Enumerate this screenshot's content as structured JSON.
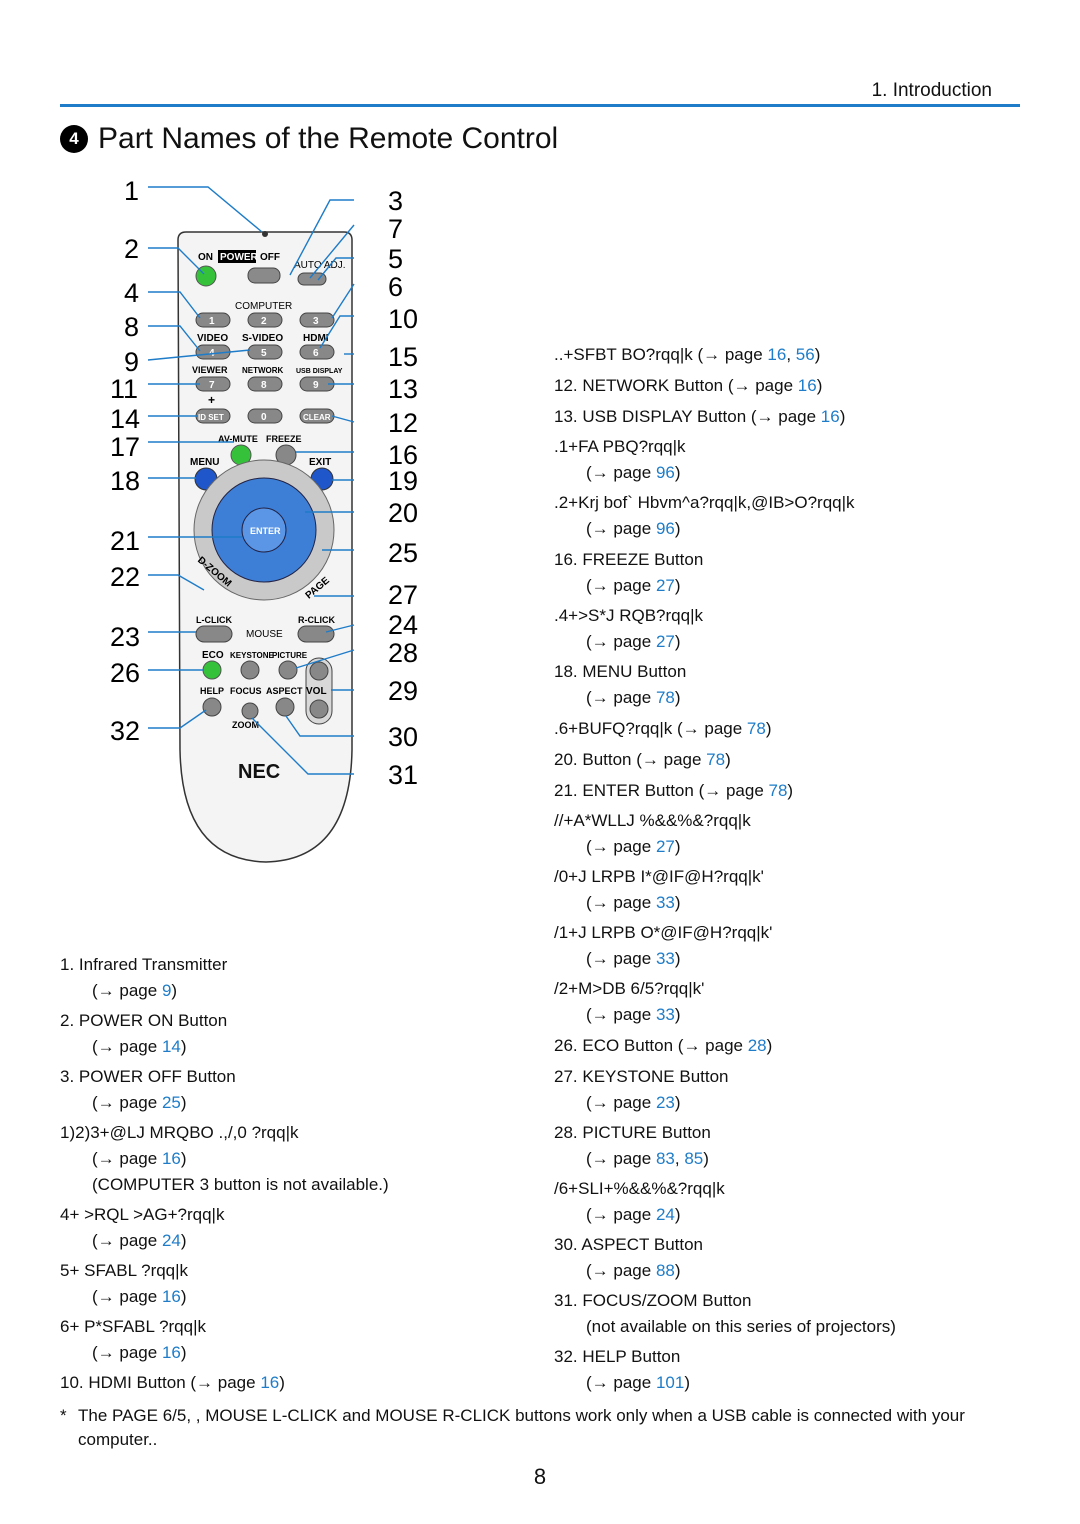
{
  "header": {
    "section": "1. Introduction",
    "title_bullet": "4",
    "title": "Part Names of the Remote Control"
  },
  "remote": {
    "brand": "NEC",
    "labels": {
      "on": "ON",
      "power": "POWER",
      "off": "OFF",
      "auto_adj": "AUTO ADJ.",
      "computer": "COMPUTER",
      "b1": "1",
      "b2": "2",
      "b3": "3",
      "video": "VIDEO",
      "svideo": "S-VIDEO",
      "hdmi": "HDMI",
      "b4": "4",
      "b5": "5",
      "b6": "6",
      "viewer": "VIEWER",
      "network": "NETWORK",
      "usb_display": "USB DISPLAY",
      "b7": "7",
      "b8": "8",
      "b9": "9",
      "plus": "+",
      "id_set": "ID SET",
      "b0": "0",
      "clear": "CLEAR",
      "av_mute": "AV-MUTE",
      "freeze": "FREEZE",
      "menu": "MENU",
      "exit": "EXIT",
      "enter": "ENTER",
      "d_zoom": "D-ZOOM",
      "page": "PAGE",
      "l_click": "L-CLICK",
      "mouse": "MOUSE",
      "r_click": "R-CLICK",
      "eco": "ECO",
      "keystone": "KEYSTONE",
      "picture": "PICTURE",
      "help": "HELP",
      "focus": "FOCUS",
      "aspect": "ASPECT",
      "vol": "VOL",
      "zoom": "ZOOM"
    },
    "callouts": [
      "1",
      "2",
      "4",
      "8",
      "9",
      "11",
      "14",
      "17",
      "18",
      "21",
      "22",
      "23",
      "26",
      "32",
      "3",
      "7",
      "5",
      "6",
      "10",
      "15",
      "13",
      "12",
      "16",
      "19",
      "20",
      "25",
      "27",
      "24",
      "28",
      "29",
      "30",
      "31"
    ]
  },
  "left_items": [
    {
      "label": "1.  Infrared Transmitter",
      "pre": "(→ page ",
      "pages": [
        "9"
      ],
      "post": ")"
    },
    {
      "label": "2.  POWER ON Button",
      "pre": "(→ page ",
      "pages": [
        "14"
      ],
      "post": ")"
    },
    {
      "label": "3.  POWER OFF Button",
      "pre": "(→ page ",
      "pages": [
        "25"
      ],
      "post": ")"
    },
    {
      "label": "1)2)3+@LJ MRQBO .,/,0 ?rqq|k",
      "pre": "(→ page ",
      "pages": [
        "16"
      ],
      "post": ")",
      "note": "(COMPUTER 3 button is not available.)"
    },
    {
      "label": "4+ >RQL >AG+?rqq|k",
      "pre": "(→ page ",
      "pages": [
        "24"
      ],
      "post": ")"
    },
    {
      "label": "5+ SFABL ?rqq|k",
      "pre": "(→ page ",
      "pages": [
        "16"
      ],
      "post": ")"
    },
    {
      "label": "6+ P*SFABL ?rqq|k",
      "pre": "(→ page ",
      "pages": [
        "16"
      ],
      "post": ")"
    },
    {
      "label": "10. HDMI Button  (→ page ",
      "inline_pages": [
        "16"
      ],
      "inline_post": ")"
    }
  ],
  "right_items": [
    {
      "label": "..+SFBT BO?rqq|k (→ page ",
      "inline_pages": [
        "16",
        "56"
      ],
      "inline_post": ")"
    },
    {
      "label": "12. NETWORK Button  (→ page ",
      "inline_pages": [
        "16"
      ],
      "inline_post": ")"
    },
    {
      "label": "13. USB DISPLAY Button  (→ page ",
      "inline_pages": [
        "16"
      ],
      "inline_post": ")"
    },
    {
      "label": ".1+FA PBQ?rqq|k",
      "pre": "(→ page ",
      "pages": [
        "96"
      ],
      "post": ")"
    },
    {
      "label": ".2+Krj bof` Hbvm^a?rqq|k,@IB>O?rqq|k",
      "pre": "(→ page ",
      "pages": [
        "96"
      ],
      "post": ")"
    },
    {
      "label": "16. FREEZE Button",
      "pre": "(→ page ",
      "pages": [
        "27"
      ],
      "post": ")"
    },
    {
      "label": ".4+>S*J RQB?rqq|k",
      "pre": "(→ page ",
      "pages": [
        "27"
      ],
      "post": ")"
    },
    {
      "label": "18. MENU Button",
      "pre": "(→ page ",
      "pages": [
        "78"
      ],
      "post": ")"
    },
    {
      "label": ".6+BUFQ?rqq|k (→ page ",
      "inline_pages": [
        "78"
      ],
      "inline_post": ")"
    },
    {
      "label": "20.          Button (→      page ",
      "inline_pages": [
        "78"
      ],
      "inline_post": ")"
    },
    {
      "label": "21. ENTER Button  (→ page ",
      "inline_pages": [
        "78"
      ],
      "inline_post": ")"
    },
    {
      "label": "//+A*WLLJ %&&%&?rqq|k",
      "pre": "(→ page ",
      "pages": [
        "27"
      ],
      "post": ")"
    },
    {
      "label": "/0+J LRPB I*@IF@H?rqq|k'",
      "pre": "(→ page ",
      "pages": [
        "33"
      ],
      "post": ")"
    },
    {
      "label": "/1+J LRPB O*@IF@H?rqq|k'",
      "pre": "(→ page ",
      "pages": [
        "33"
      ],
      "post": ")"
    },
    {
      "label": "/2+M>DB 6/5?rqq|k'",
      "pre": "(→ page ",
      "pages": [
        "33"
      ],
      "post": ")"
    },
    {
      "label": "26. ECO Button  (→ page ",
      "inline_pages": [
        "28"
      ],
      "inline_post": ")"
    },
    {
      "label": "27. KEYSTONE Button",
      "pre": "(→ page ",
      "pages": [
        "23"
      ],
      "post": ")"
    },
    {
      "label": "28. PICTURE Button",
      "pre": "(→ page ",
      "pages": [
        "83",
        "85"
      ],
      "post": ")"
    },
    {
      "label": "/6+SLI+%&&%&?rqq|k",
      "pre": "(→ page ",
      "pages": [
        "24"
      ],
      "post": ")"
    },
    {
      "label": "30. ASPECT Button",
      "pre": "(→ page ",
      "pages": [
        "88"
      ],
      "post": ")"
    },
    {
      "label": "31. FOCUS/ZOOM Button",
      "note": "(not available on this series of projectors)"
    },
    {
      "label": "32. HELP Button",
      "pre": "(→ page ",
      "pages": [
        "101"
      ],
      "post": ")"
    }
  ],
  "footnote": {
    "star": "*",
    "text": "The PAGE 6/5,           , MOUSE L-CLICK and MOUSE R-CLICK buttons work only when a USB cable is connected with your computer.."
  },
  "page_number": "8",
  "colors": {
    "accent": "#1e7cc8",
    "link": "#1e7cc8",
    "green_btn": "#35c23a",
    "blue_btn": "#1f56c9"
  }
}
